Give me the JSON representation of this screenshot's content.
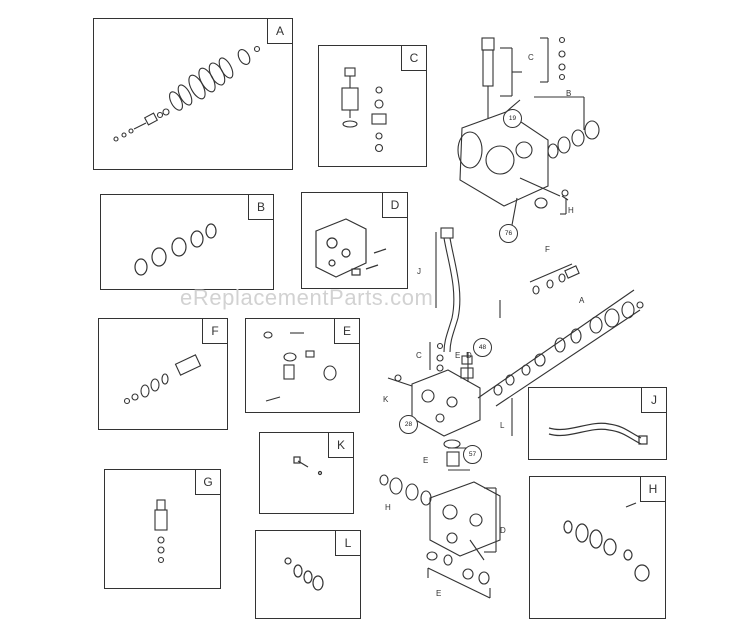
{
  "watermark": "eReplacementParts.com",
  "boxes": {
    "A": "A",
    "B": "B",
    "C": "C",
    "D": "D",
    "E": "E",
    "F": "F",
    "G": "G",
    "H": "H",
    "J": "J",
    "K": "K",
    "L": "L"
  },
  "callouts": {
    "c_top": "C",
    "b_top": "B",
    "h_top": "H",
    "f_mid": "F",
    "a_mid": "A",
    "j_mid": "J",
    "c_mid": "C",
    "e_mid": "E",
    "d_mid": "D",
    "k_mid": "K",
    "l_mid": "L",
    "e_low": "E",
    "h_low": "H",
    "d_low": "D",
    "e_bot": "E"
  },
  "badges": {
    "b19": "19",
    "b76": "76",
    "b48": "48",
    "b28": "28",
    "b57": "57"
  }
}
